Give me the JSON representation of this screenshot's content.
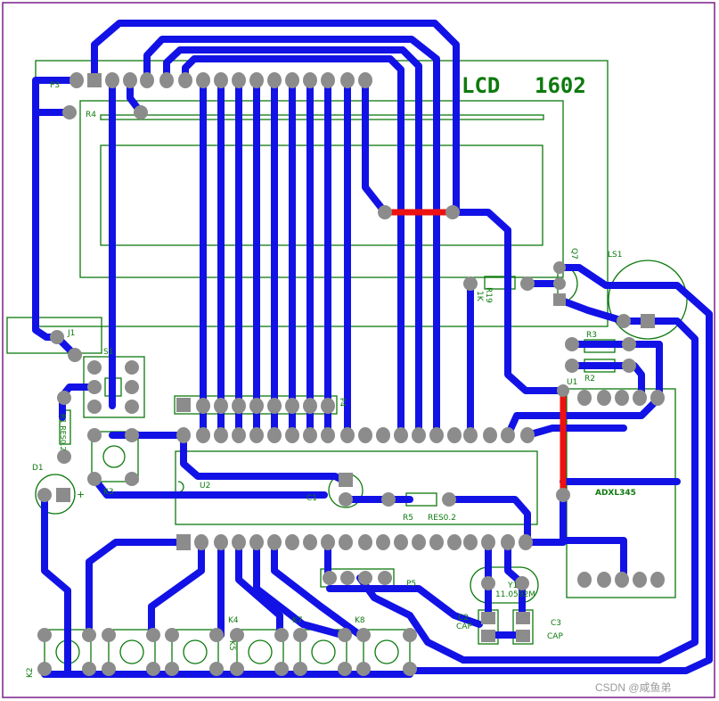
{
  "board": {
    "title_word": "LCD",
    "title_number": "1602",
    "watermark": "CSDN @咸鱼弟"
  },
  "labels": {
    "p3": "P3",
    "r4": "R4",
    "j1": "J1",
    "s1": "S1",
    "r1": "R1 RES0.2",
    "d1": "D1",
    "k3": "K3",
    "u2": "U2",
    "c1": "C1",
    "r5": "R5",
    "r5_value": "RES0.2",
    "p4": "P4",
    "p5": "P5",
    "y1": "Y1",
    "y1_value": "11.0592M",
    "c2": "C2",
    "c2_value": "CAP",
    "c3": "C3",
    "c3_value": "CAP",
    "q7": "Q7",
    "ls1": "LS1",
    "r19": "R19",
    "r19_value": "1K",
    "r3": "R3",
    "r2": "R2",
    "u1": "U1",
    "adxl": "ADXL345",
    "k2": "K2",
    "k4": "K4",
    "k5": "K5",
    "k7": "K7",
    "k8": "K8"
  },
  "colors": {
    "trace": "#1212e6",
    "jumper": "#ee1111",
    "silkscreen": "#0d7a0d",
    "pad": "#8c8c8c",
    "border": "#7a1f8a"
  }
}
